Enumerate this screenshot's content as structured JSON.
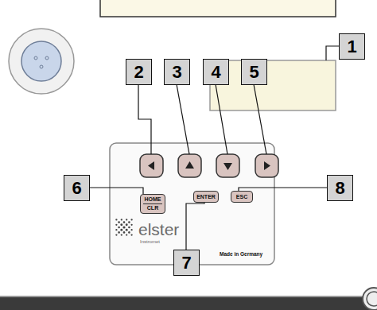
{
  "diagram": {
    "nodes": [
      {
        "text": [
          "elster",
          "Instromet",
          "Made in Germany"
        ]
      },
      {
        "text": [
          "HOME",
          "CLR"
        ],
        "in": 0
      },
      {
        "text": [
          "ENTER"
        ],
        "in": 0
      },
      {
        "text": [
          "ESC"
        ],
        "in": 0
      }
    ],
    "labels": [
      "1",
      "2",
      "3",
      "4",
      "5",
      "6",
      "7",
      "8"
    ]
  }
}
